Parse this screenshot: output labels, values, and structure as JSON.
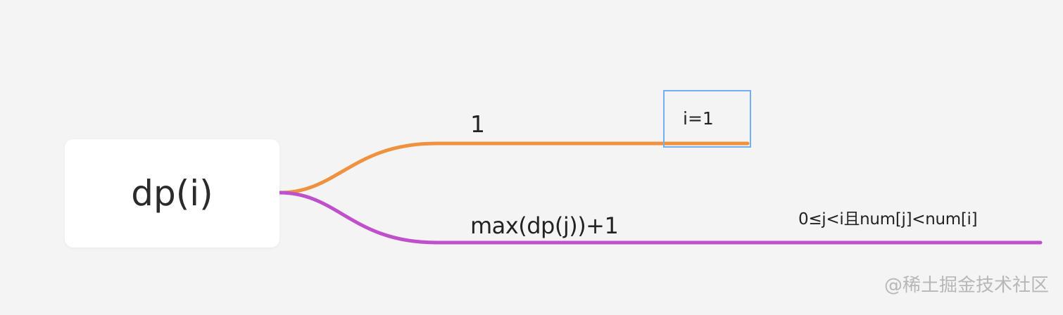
{
  "mindmap": {
    "root": {
      "label": "dp(i)"
    },
    "branches": [
      {
        "label": "1",
        "color": "#f0913f",
        "leaf": {
          "label": "i=1",
          "highlighted": true,
          "highlight_color": "#73aef0"
        }
      },
      {
        "label": "max(dp(j))+1",
        "color": "#bf4fca",
        "leaf": {
          "label": "0≤j<i且num[j]<num[i]"
        }
      }
    ]
  },
  "watermark": {
    "text": "@稀土掘金技术社区"
  }
}
